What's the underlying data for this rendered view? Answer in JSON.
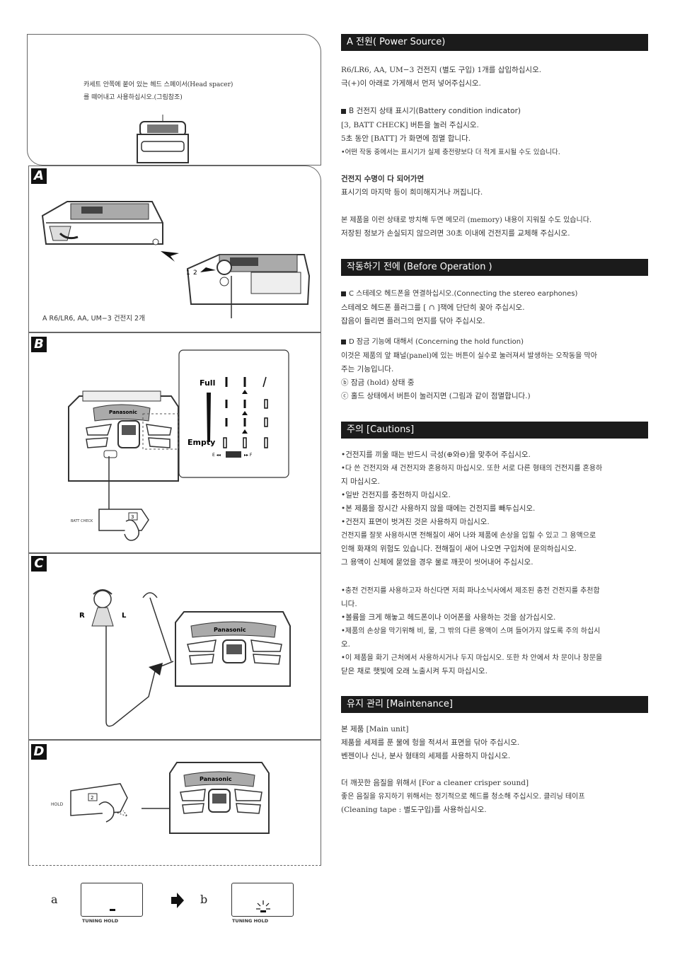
{
  "left": {
    "intro": {
      "line1": "카세트 안쪽에 붙어 있는 헤드 스페이서(Head spacer)",
      "line2": "를 떼어내고 사용하십시오.(그림참조)"
    },
    "panels": {
      "a": {
        "label": "A",
        "caption": "A  R6/LR6, AA, UM−3 건전지 2개"
      },
      "b": {
        "label": "B",
        "full": "Full",
        "empty": "Empty",
        "batt_check": "BATT CHECK",
        "btn": "3",
        "scale_e": "E",
        "scale_batt": "BATT",
        "scale_f": "F",
        "brand": "Panasonic"
      },
      "c": {
        "label": "C",
        "r": "R",
        "l": "L",
        "brand": "Panasonic"
      },
      "d": {
        "label": "D",
        "hold": "HOLD",
        "btn": "2",
        "brand": "Panasonic"
      }
    },
    "bottom": {
      "a": "a",
      "b": "b",
      "tuning_a": "TUNING  HOLD",
      "tuning_b": "TUNING  HOLD"
    }
  },
  "right": {
    "power": {
      "header": "A  전원( Power Source)",
      "l1": "R6/LR6, AA, UM−3 건전지 (별도 구입) 1개를 삽입하십시오.",
      "l2": "극(+)이 아래로 가게해서 먼저 넣어주십시오.",
      "b_title": "B 건전지 상태 표시기(Battery condition indicator)",
      "b1": "[3, BATT CHECK] 버튼을 눌러 주십시오.",
      "b2": "5초 동안 [BATT] 가 화면에 점멸 합니다.",
      "b3": "•어떤 작동 중에서는 표시기가 실제 충전량보다 더 적게 표시될 수도 있습니다.",
      "dead_title": "건전지 수명이 다 되어가면",
      "dead1": "표시기의 마지막 등이 희미해지거나 꺼집니다.",
      "mem1": "본 제품을 이런 상태로 방치해 두면 메모리 (memory) 내용이 지워질 수도 있습니다.",
      "mem2": "저장된 정보가 손실되지 않으려면 30초 이내에 건전지를 교체해 주십시오."
    },
    "before": {
      "header": "작동하기 전에 (Before Operation )",
      "c_title": "C 스테레오 헤드폰을 연결하십시오.(Connecting the stereo earphones)",
      "c1": "스테레오 헤드폰 플러그를 [ ∩ ]잭에 단단히 꽂아 주십시오.",
      "c2": "잡음이 들리면 플러그의 먼지를 닦아 주십시오.",
      "d_title": "D 잠금 기능에 대해서 (Concerning the hold function)",
      "d1": "이것은 제품의 앞 패널(panel)에 있는 버튼이 실수로 눌러져서 발생하는 오작동을 막아",
      "d2": "주는 기능입니다.",
      "d3": "ⓑ 잠금 (hold) 상태 중",
      "d4": "ⓒ 홀드 상태에서 버튼이 눌러지면 (그림과 같이 점멸합니다.)"
    },
    "cautions": {
      "header": "주의  [Cautions]",
      "items": [
        "•건전지를 끼울 때는 반드시 극성(⊕와⊖)을 맞추어 주십시오.",
        "•다 쓴 건전지와 새 건전지와 혼용하지 마십시오. 또한 서로 다른 형태의 건전지를 혼용하",
        "  지 마십시오.",
        "•일반 건전지를 충전하지 마십시오.",
        "•본 제품을 장시간 사용하지 않을 때에는 건전지를 빼두십시오.",
        "•건전지 표면이 벗겨진 것은 사용하지 마십시오.",
        "건전지를 잘못 사용하시면 전해질이 새어 나와 제품에 손상을 입힐 수 있고 그 용액으로",
        "인해 화재의 위험도 있습니다. 전해질이 새어 나오면 구입처에 문의하십시오.",
        "그 용액이 신체에 묻었을 경우 물로 깨끗이 씻어내어 주십시오."
      ],
      "items2": [
        "•충전 건전지를 사용하고자 하신다면 저희 파나소닉사에서 제조된 충전 건전지를 추천합",
        "  니다.",
        "•볼륨을 크게 해놓고 헤드폰이나 이어폰을 사용하는 것을 삼가십시오.",
        "•제품의 손상을 막기위해 비, 물, 그 밖의 다른 용액이 스며 들어가지 않도록 주의 하십시",
        "  오.",
        "•이 제품을 화기 근처에서 사용하시거나 두지 마십시오. 또한 차 안에서 차 문이나 창문을",
        "  닫은 채로 햇빛에 오래 노출시켜 두지 마십시오."
      ]
    },
    "maintenance": {
      "header": "유지 관리  [Maintenance]",
      "m_title": "본 제품  [Main unit]",
      "m1": "제품을 세제를 푼 물에 헝을 적셔서 표면을 닦아 주십시오.",
      "m2": "벤젠이나 신나, 분사 형태의 세제를 사용하지 마십시오.",
      "s_title": "더 깨끗한 음질을 위해서  [For a cleaner crisper sound]",
      "s1": "좋은 음질을 유지하기 위해서는 정기적으로 헤드를 청소해 주십시오. 클리닝 테이프",
      "s2": "(Cleaning tape : 별도구입)를 사용하십시오."
    }
  }
}
